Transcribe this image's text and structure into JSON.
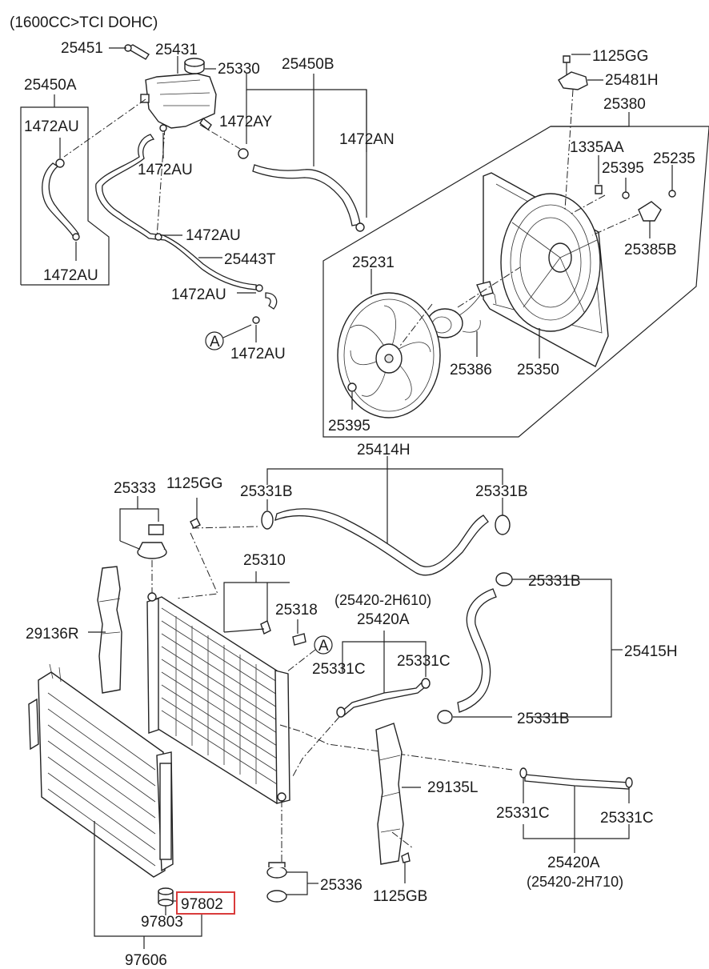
{
  "header": "(1600CC>TCI DOHC)",
  "labels": {
    "l25451": "25451",
    "l25431": "25431",
    "l25330": "25330",
    "l25450B": "25450B",
    "l25450A": "25450A",
    "l1472AU_a": "1472AU",
    "l1472AY": "1472AY",
    "l1472AN": "1472AN",
    "l1472AU_b": "1472AU",
    "l1472AU_c": "1472AU",
    "l25443T": "25443T",
    "l1472AU_d": "1472AU",
    "l1472AU_e": "1472AU",
    "l1472AU_f": "1472AU",
    "lA1": "A",
    "l1125GG_top": "1125GG",
    "l25481H": "25481H",
    "l25380": "25380",
    "l1335AA": "1335AA",
    "l25395_a": "25395",
    "l25235": "25235",
    "l25385B": "25385B",
    "l25231": "25231",
    "l25386": "25386",
    "l25350": "25350",
    "l25395_b": "25395",
    "l25414H": "25414H",
    "l25333": "25333",
    "l1125GG_mid": "1125GG",
    "l25331B_a": "25331B",
    "l25331B_b": "25331B",
    "l25310": "25310",
    "l25331B_c": "25331B",
    "l25420_2H610": "(25420-2H610)",
    "l25318": "25318",
    "l25420A_a": "25420A",
    "l29136R": "29136R",
    "lA2": "A",
    "l25331C_a": "25331C",
    "l25331C_b": "25331C",
    "l25415H": "25415H",
    "l25331B_d": "25331B",
    "l29135L": "29135L",
    "l25331C_c": "25331C",
    "l25331C_d": "25331C",
    "l25420A_b": "25420A",
    "l25420_2H710": "(25420-2H710)",
    "l25336": "25336",
    "l1125GB": "1125GB",
    "l97802": "97802",
    "l97803": "97803",
    "l97606": "97606"
  },
  "highlight": {
    "color": "#d93b3b",
    "target": "97802"
  }
}
